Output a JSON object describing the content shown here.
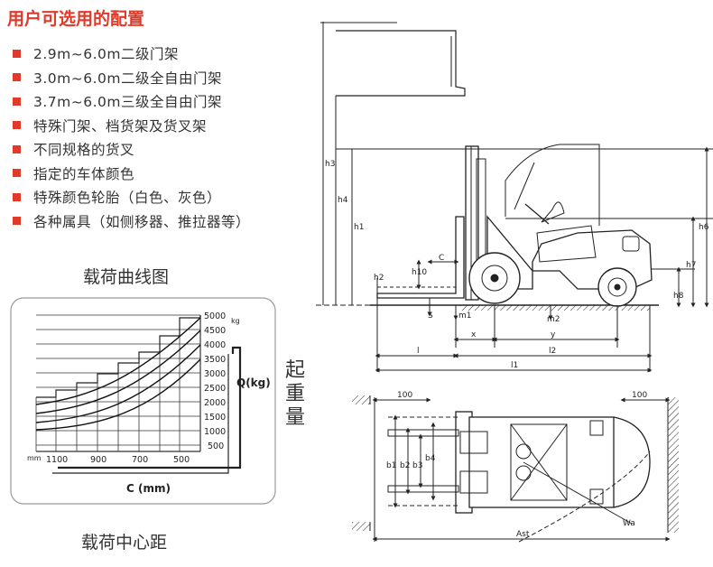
{
  "header": {
    "title": "用户可选用的配置"
  },
  "options": [
    "2.9m~6.0m二级门架",
    "3.0m~6.0m二级全自由门架",
    "3.7m~6.0m三级全自由门架",
    "特殊门架、档货架及货叉架",
    "不同规格的货叉",
    "指定的车体颜色",
    "特殊颜色轮胎（白色、灰色）",
    "各种属具（如侧移器、推拉器等）"
  ],
  "load_chart": {
    "heading": "载荷曲线图",
    "footer": "载荷中心距",
    "side_label": "起重量",
    "q_label": "Q(kg)",
    "kg_unit": "kg",
    "y_ticks": [
      "5000",
      "4500",
      "4000",
      "3500",
      "3000",
      "2500",
      "2000",
      "1500",
      "1000",
      "500"
    ],
    "mm_unit": "mm",
    "x_ticks": [
      "1100",
      "900",
      "700",
      "500"
    ],
    "c_label": "C (mm)"
  },
  "dimensions": {
    "side_view": [
      "h3",
      "h4",
      "h1",
      "h6",
      "h7",
      "h2",
      "h8",
      "h10",
      "C",
      "S",
      "m1",
      "m2",
      "x",
      "y",
      "l",
      "l2",
      "l1"
    ],
    "top_view": [
      "100",
      "100",
      "b1",
      "b2",
      "b3",
      "b4",
      "Wa",
      "Ast"
    ]
  },
  "colors": {
    "accent": "#e03a2a",
    "line": "#222222"
  }
}
